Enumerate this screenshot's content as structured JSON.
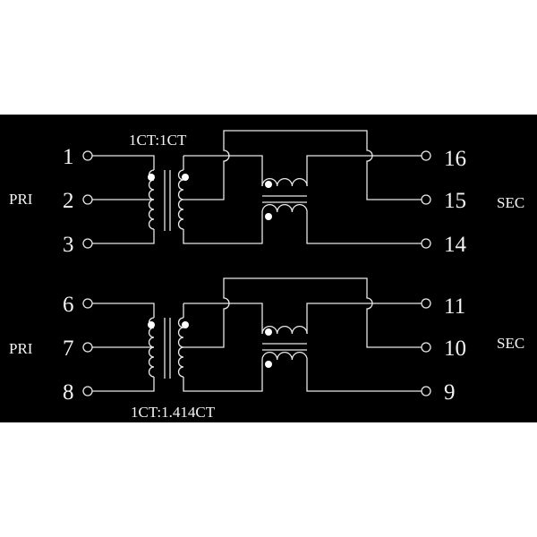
{
  "colors": {
    "background": "#000000",
    "lines": "#e8e8e8",
    "page": "#ffffff"
  },
  "sections": [
    {
      "ratio": "1CT:1CT",
      "primary_label": "PRI",
      "secondary_label": "SEC",
      "primary_pins": [
        "1",
        "2",
        "3"
      ],
      "secondary_pins": [
        "16",
        "15",
        "14"
      ]
    },
    {
      "ratio": "1CT:1.414CT",
      "primary_label": "PRI",
      "secondary_label": "SEC",
      "primary_pins": [
        "6",
        "7",
        "8"
      ],
      "secondary_pins": [
        "11",
        "10",
        "9"
      ]
    }
  ]
}
